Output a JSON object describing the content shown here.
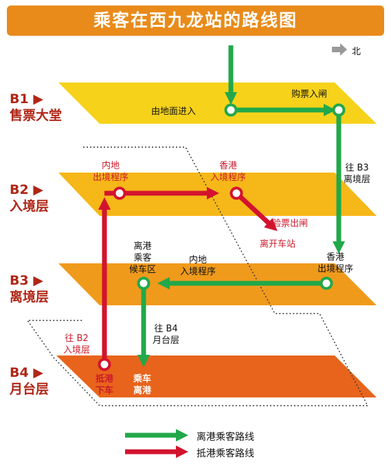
{
  "title": "乘客在西九龙站的路线图",
  "compass": {
    "label": "北",
    "icon": "north-arrow-icon"
  },
  "floors": [
    {
      "code": "B1",
      "name": "售票大堂",
      "color": "#f7d21b"
    },
    {
      "code": "B2",
      "name": "入境层",
      "color": "#f6b718"
    },
    {
      "code": "B3",
      "name": "离境层",
      "color": "#f09a1c"
    },
    {
      "code": "B4",
      "name": "月台层",
      "color": "#e8641c"
    }
  ],
  "floor_marker": "▶",
  "labels": {
    "enter_ground": "由地面进入",
    "ticket_gate": "购票入闸",
    "to_b3_line1": "往 B3",
    "to_b3_line2": "离境层",
    "hk_exit_line1": "香港",
    "hk_exit_line2": "出境程序",
    "mainland_entry_line1": "内地",
    "mainland_entry_line2": "入境程序",
    "waiting_line1": "离港",
    "waiting_line2": "乘客",
    "waiting_line3": "候车区",
    "to_b4_line1": "往 B4",
    "to_b4_line2": "月台层",
    "board_line1": "乘车",
    "board_line2": "离港",
    "arrive_line1": "抵港",
    "arrive_line2": "下车",
    "to_b2_line1": "往 B2",
    "to_b2_line2": "入境层",
    "mainland_exit_line1": "内地",
    "mainland_exit_line2": "出境程序",
    "hk_entry_line1": "香港",
    "hk_entry_line2": "入境程序",
    "check_gate": "验票出闸",
    "leave_station": "离开车站"
  },
  "legend": [
    {
      "label": "离港乘客路线",
      "color": "#22a84a"
    },
    {
      "label": "抵港乘客路线",
      "color": "#d3132e"
    }
  ],
  "colors": {
    "departure": "#22a84a",
    "arrival": "#d3132e",
    "banner": "#e98b1a",
    "floor_text": "#b02616"
  }
}
